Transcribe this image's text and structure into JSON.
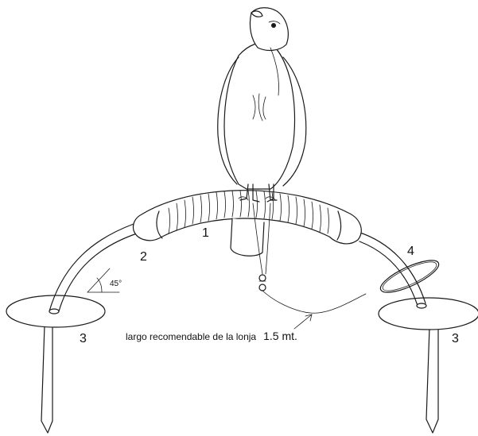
{
  "labels": {
    "perch_padding": "1",
    "support_arm": "2",
    "base_left": "3",
    "base_right": "3",
    "ring": "4",
    "angle": "45°"
  },
  "caption": {
    "text": "largo recomendable de la lonja",
    "value": "1.5 mt."
  }
}
